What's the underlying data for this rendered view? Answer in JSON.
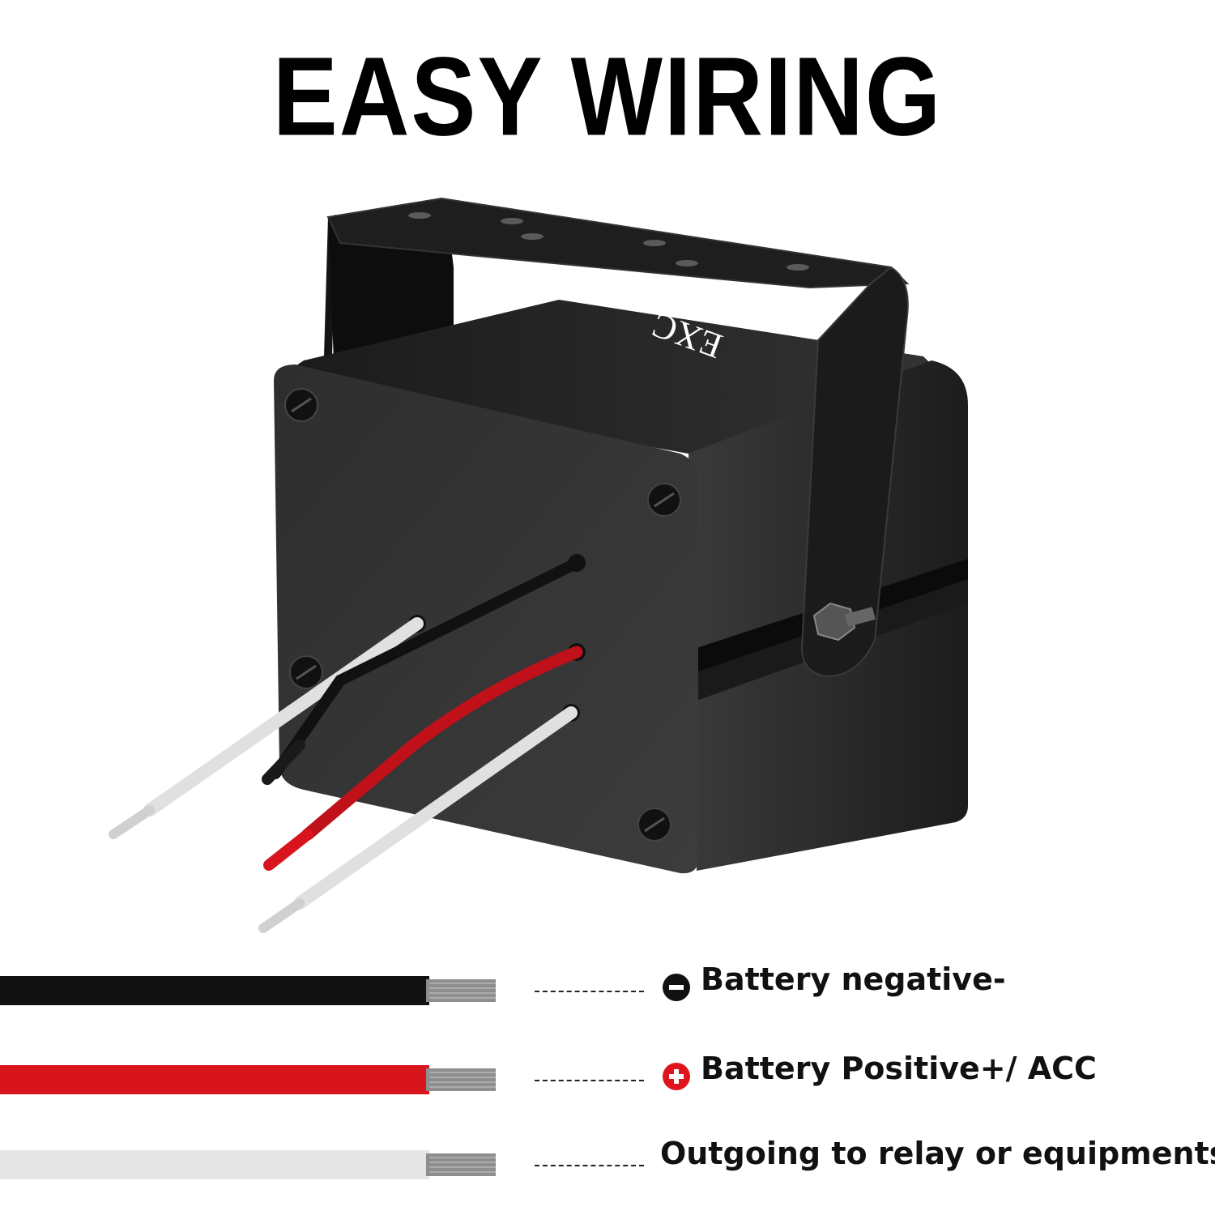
{
  "header": {
    "title": "EASY WIRING"
  },
  "product": {
    "logo_text": "EXC"
  },
  "colors": {
    "black_wire": "#121212",
    "red_wire": "#d8141c",
    "white_wire": "#e6e6e6",
    "housing": "#2a2a2a"
  },
  "legend": {
    "items": [
      {
        "icon": "minus-circle-icon",
        "label": "Battery negative-"
      },
      {
        "icon": "plus-circle-icon",
        "label": "Battery Positive+/ ACC"
      },
      {
        "icon": "",
        "label": "Outgoing to relay or equipments"
      }
    ]
  }
}
